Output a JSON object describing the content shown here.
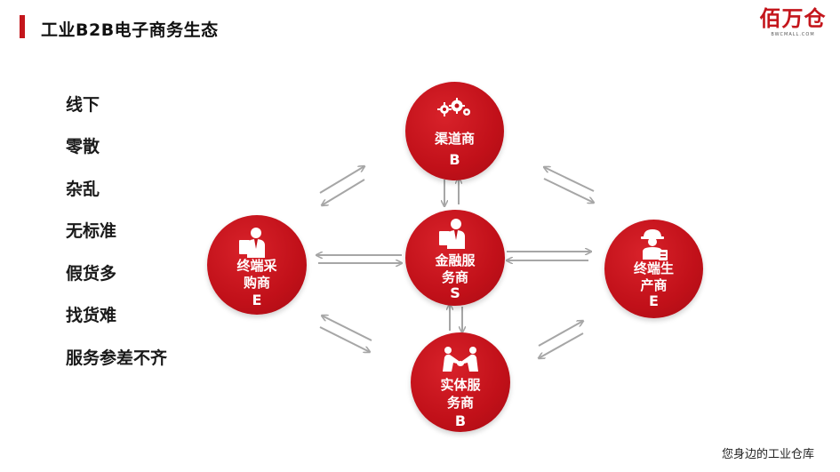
{
  "header": {
    "title": "工业B2B电子商务生态"
  },
  "logo": {
    "text": "佰万仓",
    "sub": "BWCMALL.COM"
  },
  "issues": [
    "线下",
    "零散",
    "杂乱",
    "无标准",
    "假货多",
    "找货难",
    "服务参差不齐"
  ],
  "nodes": {
    "channel": {
      "label": "渠道商",
      "letter": "B",
      "icon": "gears-icon"
    },
    "finance": {
      "label_line1": "金融服",
      "label_line2": "务商",
      "letter": "S",
      "icon": "businessman-icon"
    },
    "buyer": {
      "label_line1": "终端采",
      "label_line2": "购商",
      "letter": "E",
      "icon": "businessman-icon"
    },
    "producer": {
      "label_line1": "终端生",
      "label_line2": "产商",
      "letter": "E",
      "icon": "worker-icon"
    },
    "physical": {
      "label_line1": "实体服",
      "label_line2": "务商",
      "letter": "B",
      "icon": "handshake-icon"
    }
  },
  "footer": {
    "text": "您身边的工业仓库"
  },
  "colors": {
    "accent": "#c4161c",
    "arrow": "#a6a6a6"
  }
}
